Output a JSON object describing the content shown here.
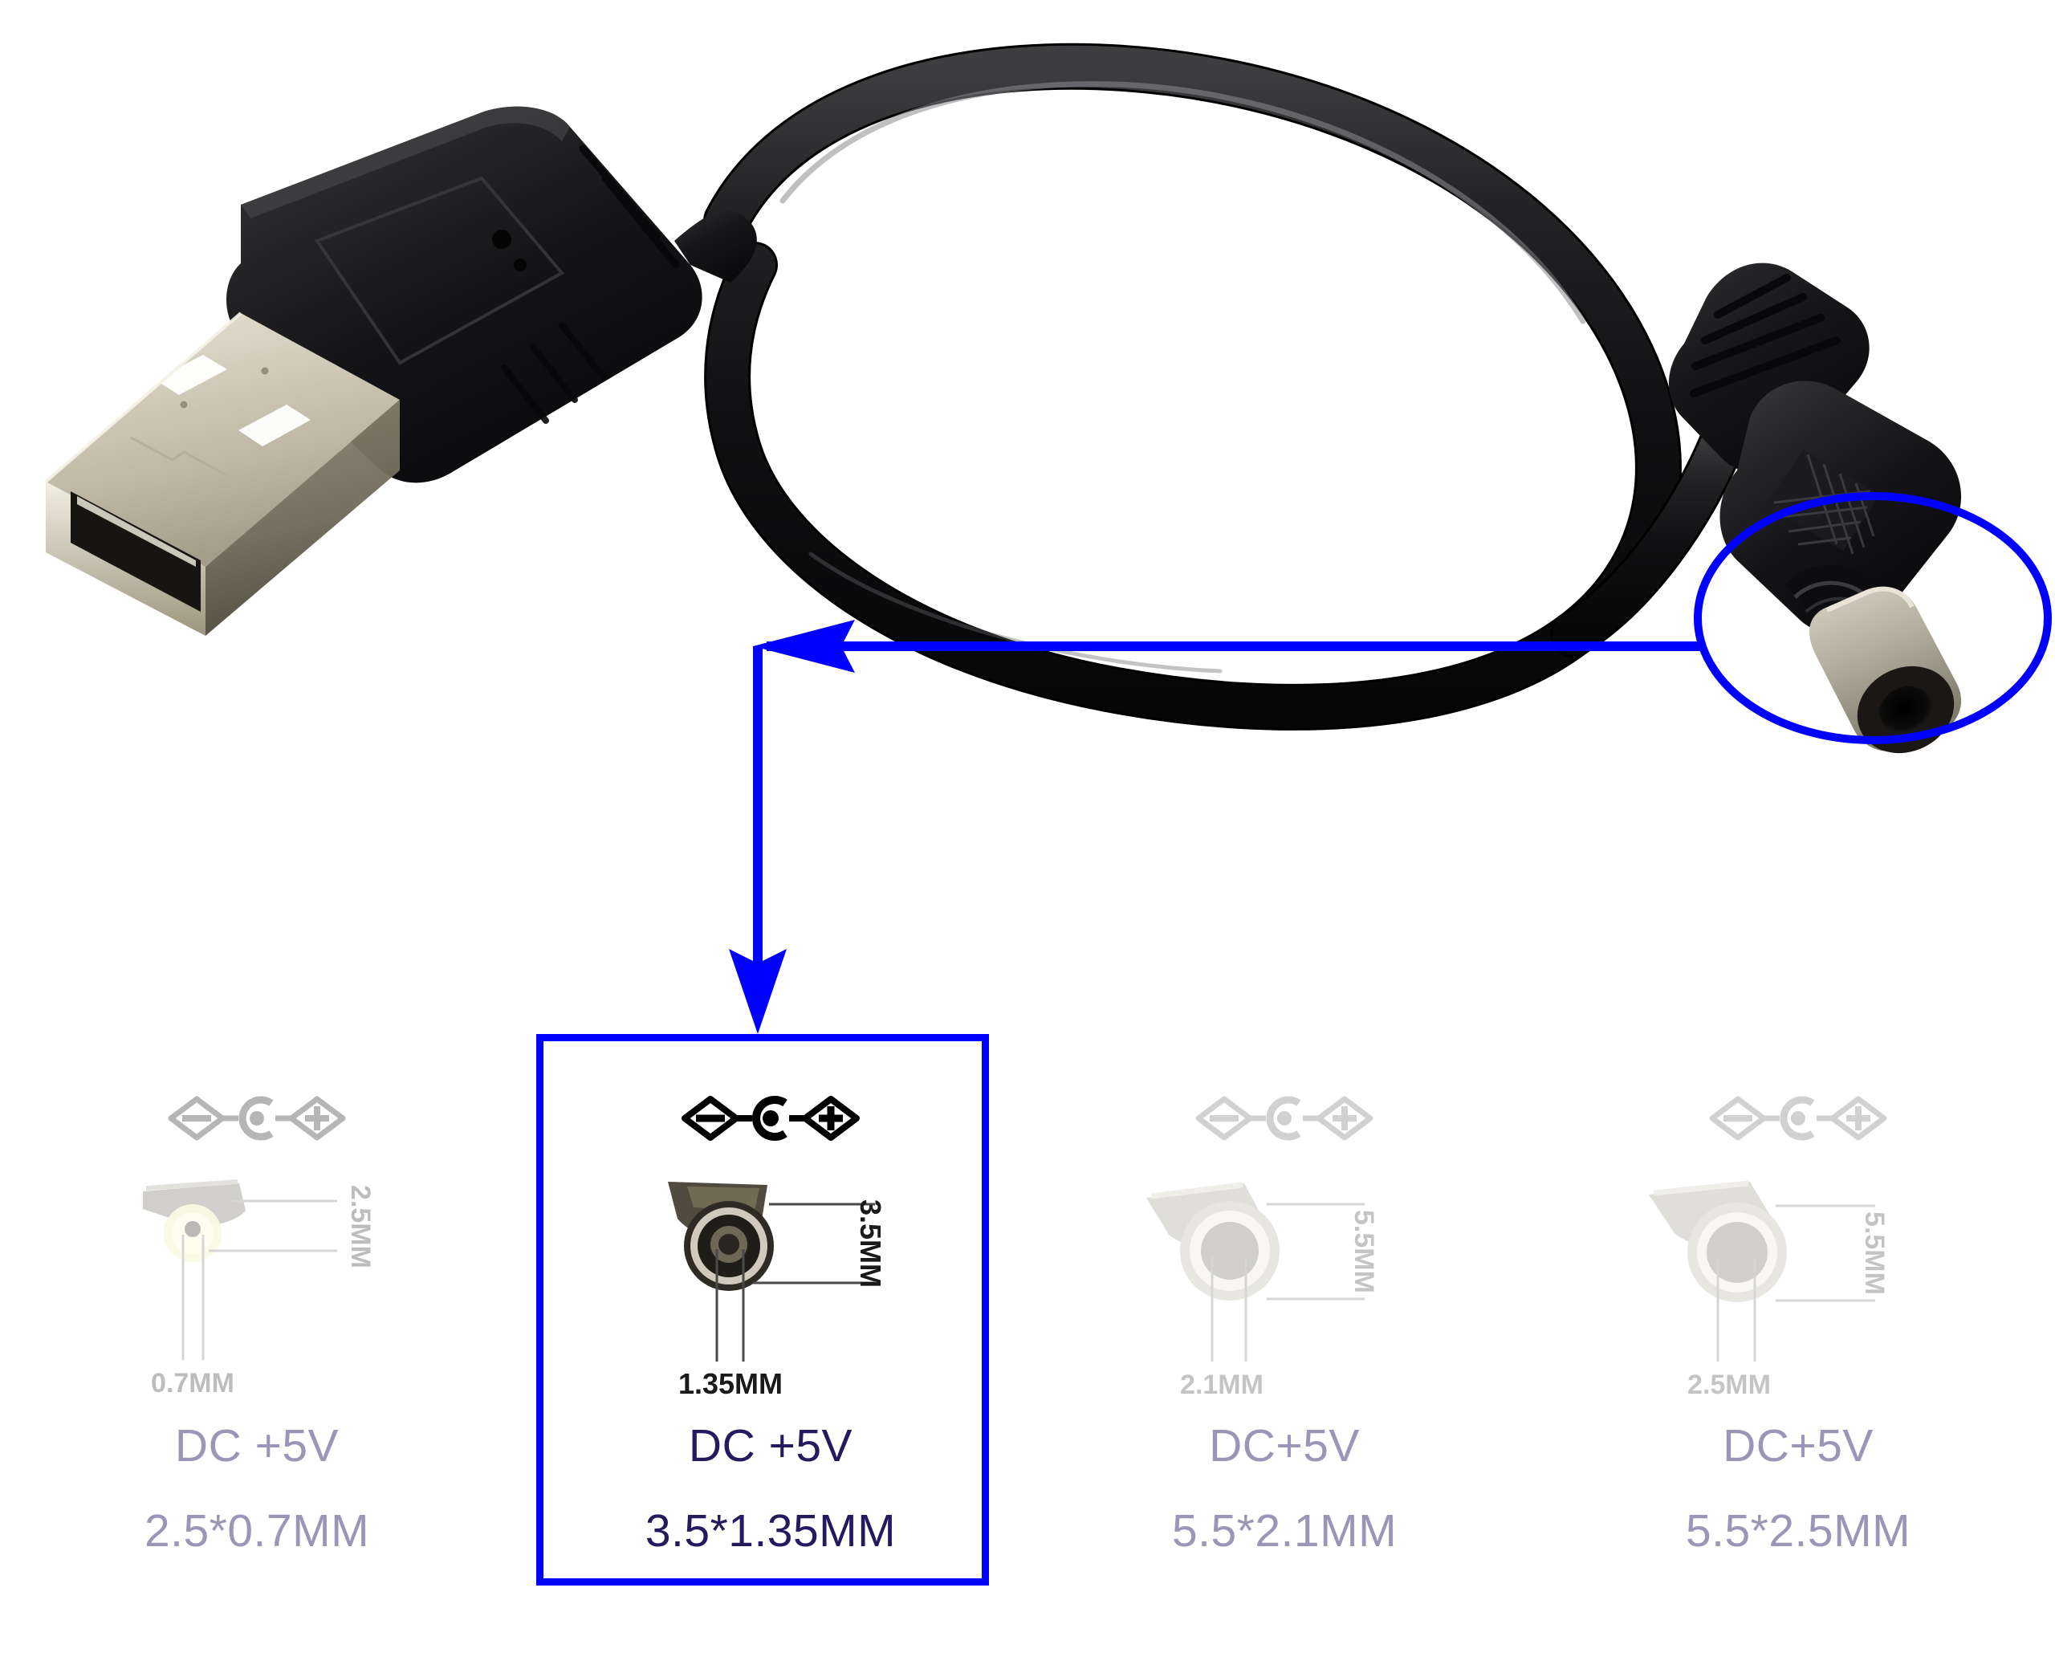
{
  "product": {
    "title": "USB to DC power cable connector size options",
    "cable": {
      "usb_connector": "USB-A male",
      "dc_connector": "DC barrel plug"
    }
  },
  "annotation": {
    "highlight_color": "#0000ff",
    "callout_shape": "ellipse",
    "callout_target": "dc-barrel-plug-tip",
    "arrow_direction": "from-plug-to-selected-option"
  },
  "options": [
    {
      "id": "opt-2-5x0-7",
      "selected": false,
      "polarity_symbol": "center-positive",
      "outer_diameter": "2.5MM",
      "inner_diameter": "0.7MM",
      "volts_label": "DC +5V",
      "size_label": "2.5*0.7MM"
    },
    {
      "id": "opt-3-5x1-35",
      "selected": true,
      "polarity_symbol": "center-positive",
      "outer_diameter": "3.5MM",
      "inner_diameter": "1.35MM",
      "volts_label": "DC +5V",
      "size_label": "3.5*1.35MM"
    },
    {
      "id": "opt-5-5x2-1",
      "selected": false,
      "polarity_symbol": "center-positive",
      "outer_diameter": "5.5MM",
      "inner_diameter": "2.1MM",
      "volts_label": "DC+5V",
      "size_label": "5.5*2.1MM"
    },
    {
      "id": "opt-5-5x2-5",
      "selected": false,
      "polarity_symbol": "center-positive",
      "outer_diameter": "5.5MM",
      "inner_diameter": "2.5MM",
      "volts_label": "DC+5V",
      "size_label": "5.5*2.5MM"
    }
  ],
  "colors": {
    "highlight_blue": "#0000ff",
    "selected_text": "#241b5e",
    "faded_text": "#9b96b8",
    "cable_black": "#141414",
    "usb_metal": "#c9c4b2",
    "background": "#ffffff"
  }
}
